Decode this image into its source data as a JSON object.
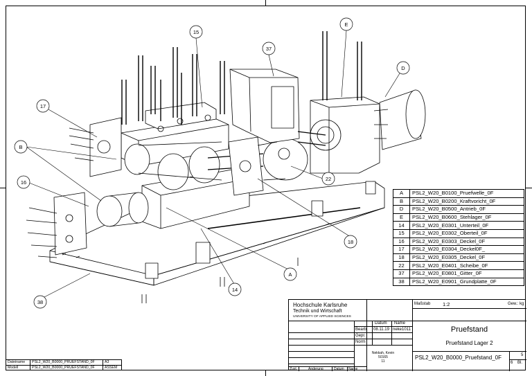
{
  "balloons": [
    {
      "label": "15"
    },
    {
      "label": "37"
    },
    {
      "label": "E"
    },
    {
      "label": "D"
    },
    {
      "label": "17"
    },
    {
      "label": "B"
    },
    {
      "label": "16"
    },
    {
      "label": "22"
    },
    {
      "label": "18"
    },
    {
      "label": "A"
    },
    {
      "label": "14"
    },
    {
      "label": "38"
    }
  ],
  "parts_list": [
    {
      "id": "A",
      "name": "PSL2_W20_B0100_Pruefwelle_0F"
    },
    {
      "id": "B",
      "name": "PSL2_W20_B0200_Kraftvoricht_0F"
    },
    {
      "id": "D",
      "name": "PSL2_W20_B0500_Antrieb_0F"
    },
    {
      "id": "E",
      "name": "PSL2_W20_B0600_Stehlager_0F"
    },
    {
      "id": "14",
      "name": "PSL2_W20_E0301_Unterteil_0F"
    },
    {
      "id": "15",
      "name": "PSL2_W20_E0302_Oberteil_0F"
    },
    {
      "id": "16",
      "name": "PSL2_W20_E0303_Deckel_0F"
    },
    {
      "id": "17",
      "name": "PSL2_W20_E0304_Deckel0F_"
    },
    {
      "id": "18",
      "name": "PSL2_W20_E0305_Deckel_0F"
    },
    {
      "id": "22",
      "name": "PSL2_W20_E0401_Scheibe_0F"
    },
    {
      "id": "37",
      "name": "PSL2_W20_E0801_Gitter_0F"
    },
    {
      "id": "38",
      "name": "PSL2_W20_E0901_Grundplatte_0F"
    }
  ],
  "title_block": {
    "institution_1": "Hochschule Karlsruhe",
    "institution_2": "Technik und Wirtschaft",
    "institution_3": "UNIVERSITY OF APPLIED SCIENCES",
    "scale_label": "Maßstab",
    "scale": "1:2",
    "weight_label": "Gew.: kg",
    "datum_label": "Datum",
    "name_label": "Name",
    "bearb_label": "Bearb.",
    "bearb_date": "08.11.19",
    "bearb_name": "neke1011",
    "gepr_label": "Gepr.",
    "norm_label": "Norm",
    "title": "Pruefstand",
    "subtitle": "Pruefstand Lager 2",
    "author": "Nekkah, Kevin",
    "author_id": "50165",
    "author_extra": "11",
    "drawing_number": "PSL2_W20_B0000_Pruefstand_0F",
    "sheet": "5",
    "sheets": "6",
    "sheets_label": "Bl.",
    "zust_label": "Zust.",
    "aenderung_label": "Änderung",
    "datum2_label": "Datum",
    "name2_label": "Name"
  },
  "file_meta": {
    "dateiname_label": "Dateiname",
    "dateiname": "PSL2_W20_B0000_PRUEFSTAND_0F",
    "format": "A3",
    "modell_label": "Modell",
    "modell": "PSL2_W20_B0000_PRUEFSTAND_0F",
    "type": "ASSEM"
  }
}
